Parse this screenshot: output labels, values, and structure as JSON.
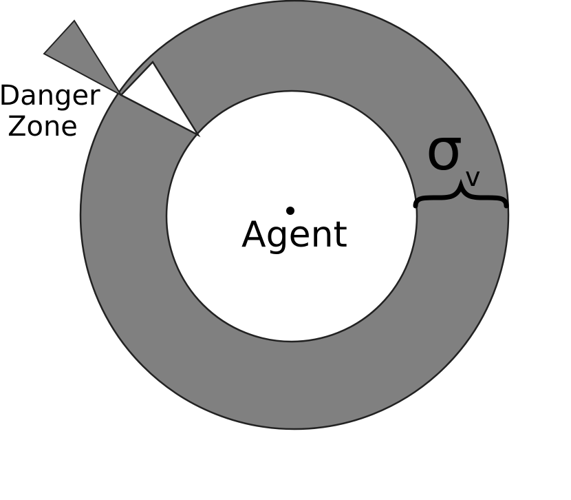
{
  "labels": {
    "agent": "Agent",
    "danger_line1": "Danger",
    "danger_line2": "Zone",
    "sigma_symbol": "σ",
    "sigma_subscript": "v"
  },
  "colors": {
    "ring_fill": "#808080",
    "outline": "#222222",
    "background": "#ffffff"
  }
}
